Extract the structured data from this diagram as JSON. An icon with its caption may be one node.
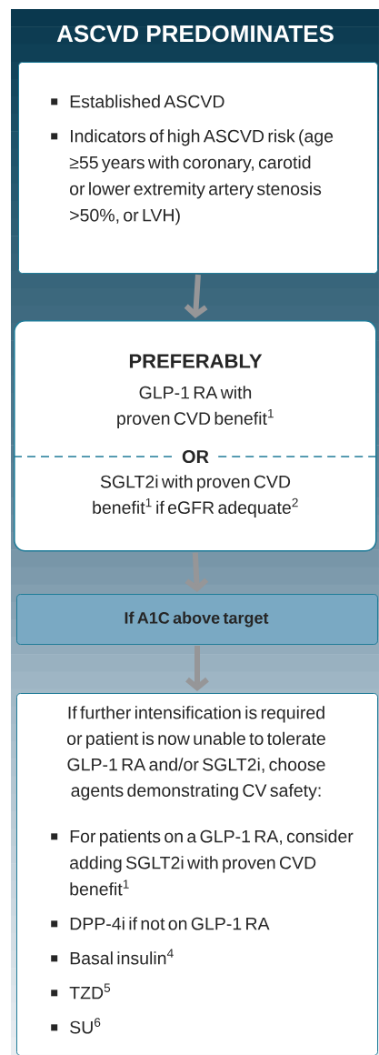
{
  "diagram": {
    "nodes": [
      {
        "text": [
          "ASCVD PREDOMINATES"
        ]
      },
      {
        "text": [
          "Established ASCVD",
          "Indicators of high ASCVD risk (age ≥55 years with coronary, carotid or lower extremity artery stenosis >50%, or LVH)"
        ],
        "in": 0
      },
      {
        "text": [
          "PREFERABLY",
          "GLP-1 RA with proven CVD benefit$^{1}$",
          "OR",
          "SGLT2i with proven CVD benefit$^{1}$ if eGFR adequate$^{2}$"
        ],
        "in": 0
      },
      {
        "text": [
          "If A1C above target"
        ],
        "in": 0
      },
      {
        "text": [
          "If further intensification is required or patient is now unable to tolerate GLP-1 RA and/or SGLT2i, choose agents demonstrating CV safety:",
          "For patients on a GLP-1 RA, consider adding SGLT2i with proven CVD benefit$^{1}$",
          "DPP-4i if not on GLP-1 RA",
          "Basal insulin$^{4}$",
          "TZD$^{5}$",
          "SU$^{6}$"
        ],
        "in": 0
      }
    ],
    "edges": [
      {
        "from": 1,
        "to": 2,
        "arrow": "to"
      },
      {
        "from": 2,
        "to": 3,
        "arrow": "to"
      },
      {
        "from": 3,
        "to": 4,
        "arrow": "to"
      }
    ]
  }
}
